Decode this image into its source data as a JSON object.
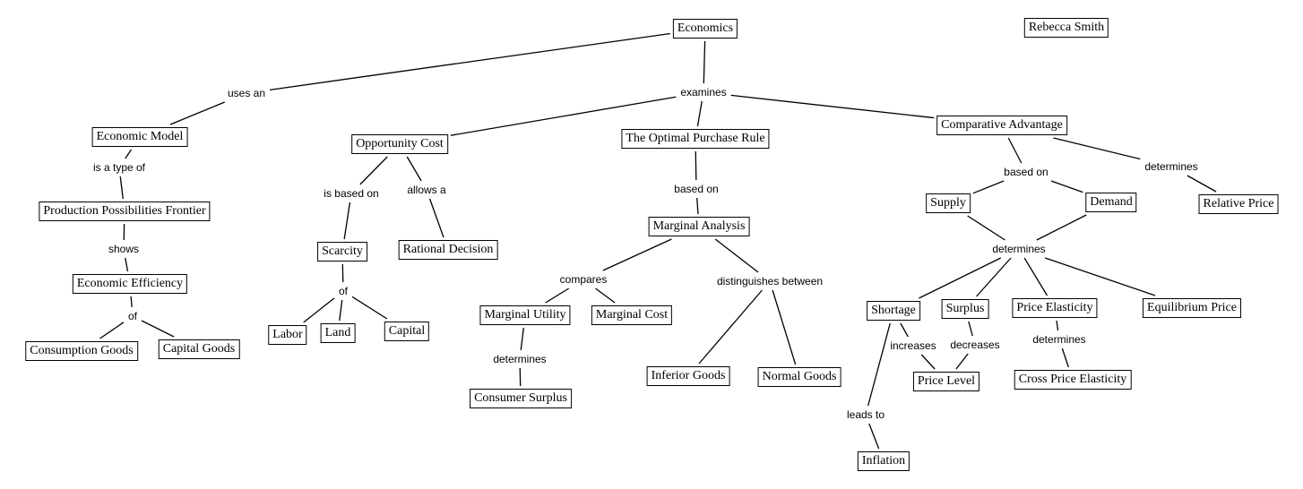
{
  "concepts": [
    {
      "id": "economics",
      "label": "Economics"
    },
    {
      "id": "rebecca",
      "label": "Rebecca Smith"
    },
    {
      "id": "economic_model",
      "label": "Economic Model"
    },
    {
      "id": "ppf",
      "label": "Production Possibilities Frontier"
    },
    {
      "id": "economic_efficiency",
      "label": "Economic Efficiency"
    },
    {
      "id": "consumption_goods",
      "label": "Consumption Goods"
    },
    {
      "id": "capital_goods",
      "label": "Capital Goods"
    },
    {
      "id": "opportunity_cost",
      "label": "Opportunity Cost"
    },
    {
      "id": "scarcity",
      "label": "Scarcity"
    },
    {
      "id": "rational_decision",
      "label": "Rational Decision"
    },
    {
      "id": "labor",
      "label": "Labor"
    },
    {
      "id": "land",
      "label": "Land"
    },
    {
      "id": "capital",
      "label": "Capital"
    },
    {
      "id": "optimal_purchase_rule",
      "label": "The Optimal Purchase Rule"
    },
    {
      "id": "marginal_analysis",
      "label": "Marginal Analysis"
    },
    {
      "id": "marginal_utility",
      "label": "Marginal Utility"
    },
    {
      "id": "marginal_cost",
      "label": "Marginal Cost"
    },
    {
      "id": "consumer_surplus",
      "label": "Consumer Surplus"
    },
    {
      "id": "inferior_goods",
      "label": "Inferior Goods"
    },
    {
      "id": "normal_goods",
      "label": "Normal Goods"
    },
    {
      "id": "comparative_advantage",
      "label": "Comparative Advantage"
    },
    {
      "id": "supply",
      "label": "Supply"
    },
    {
      "id": "demand",
      "label": "Demand"
    },
    {
      "id": "relative_price",
      "label": "Relative Price"
    },
    {
      "id": "shortage",
      "label": "Shortage"
    },
    {
      "id": "surplus",
      "label": "Surplus"
    },
    {
      "id": "price_elasticity",
      "label": "Price Elasticity"
    },
    {
      "id": "equilibrium_price",
      "label": "Equilibrium Price"
    },
    {
      "id": "price_level",
      "label": "Price Level"
    },
    {
      "id": "cross_price_elasticity",
      "label": "Cross Price Elasticity"
    },
    {
      "id": "inflation",
      "label": "Inflation"
    }
  ],
  "linking_phrases": [
    {
      "id": "uses_an",
      "label": "uses an"
    },
    {
      "id": "examines",
      "label": "examines"
    },
    {
      "id": "is_a_type_of",
      "label": "is a type of"
    },
    {
      "id": "shows",
      "label": "shows"
    },
    {
      "id": "of_ee",
      "label": "of"
    },
    {
      "id": "is_based_on",
      "label": "is based on"
    },
    {
      "id": "allows_a",
      "label": "allows a"
    },
    {
      "id": "of_scarcity",
      "label": "of"
    },
    {
      "id": "based_on_opr",
      "label": "based on"
    },
    {
      "id": "compares",
      "label": "compares"
    },
    {
      "id": "distinguishes_between",
      "label": "distinguishes between"
    },
    {
      "id": "determines_mu",
      "label": "determines"
    },
    {
      "id": "based_on_ca",
      "label": "based on"
    },
    {
      "id": "determines_ca",
      "label": "determines"
    },
    {
      "id": "determines_sd",
      "label": "determines"
    },
    {
      "id": "increases",
      "label": "increases"
    },
    {
      "id": "decreases",
      "label": "decreases"
    },
    {
      "id": "determines_pe",
      "label": "determines"
    },
    {
      "id": "leads_to",
      "label": "leads to"
    }
  ],
  "connections": [
    [
      "economics",
      "uses_an"
    ],
    [
      "uses_an",
      "economic_model"
    ],
    [
      "economics",
      "examines"
    ],
    [
      "examines",
      "opportunity_cost"
    ],
    [
      "examines",
      "optimal_purchase_rule"
    ],
    [
      "examines",
      "comparative_advantage"
    ],
    [
      "economic_model",
      "is_a_type_of"
    ],
    [
      "is_a_type_of",
      "ppf"
    ],
    [
      "ppf",
      "shows"
    ],
    [
      "shows",
      "economic_efficiency"
    ],
    [
      "economic_efficiency",
      "of_ee"
    ],
    [
      "of_ee",
      "consumption_goods"
    ],
    [
      "of_ee",
      "capital_goods"
    ],
    [
      "opportunity_cost",
      "is_based_on"
    ],
    [
      "is_based_on",
      "scarcity"
    ],
    [
      "opportunity_cost",
      "allows_a"
    ],
    [
      "allows_a",
      "rational_decision"
    ],
    [
      "scarcity",
      "of_scarcity"
    ],
    [
      "of_scarcity",
      "labor"
    ],
    [
      "of_scarcity",
      "land"
    ],
    [
      "of_scarcity",
      "capital"
    ],
    [
      "optimal_purchase_rule",
      "based_on_opr"
    ],
    [
      "based_on_opr",
      "marginal_analysis"
    ],
    [
      "marginal_analysis",
      "compares"
    ],
    [
      "compares",
      "marginal_utility"
    ],
    [
      "compares",
      "marginal_cost"
    ],
    [
      "marginal_analysis",
      "distinguishes_between"
    ],
    [
      "distinguishes_between",
      "inferior_goods"
    ],
    [
      "distinguishes_between",
      "normal_goods"
    ],
    [
      "marginal_utility",
      "determines_mu"
    ],
    [
      "determines_mu",
      "consumer_surplus"
    ],
    [
      "comparative_advantage",
      "based_on_ca"
    ],
    [
      "based_on_ca",
      "supply"
    ],
    [
      "based_on_ca",
      "demand"
    ],
    [
      "comparative_advantage",
      "determines_ca"
    ],
    [
      "determines_ca",
      "relative_price"
    ],
    [
      "supply",
      "determines_sd"
    ],
    [
      "demand",
      "determines_sd"
    ],
    [
      "determines_sd",
      "shortage"
    ],
    [
      "determines_sd",
      "surplus"
    ],
    [
      "determines_sd",
      "price_elasticity"
    ],
    [
      "determines_sd",
      "equilibrium_price"
    ],
    [
      "shortage",
      "increases"
    ],
    [
      "increases",
      "price_level"
    ],
    [
      "surplus",
      "decreases"
    ],
    [
      "decreases",
      "price_level"
    ],
    [
      "price_elasticity",
      "determines_pe"
    ],
    [
      "determines_pe",
      "cross_price_elasticity"
    ],
    [
      "shortage",
      "leads_to"
    ],
    [
      "leads_to",
      "inflation"
    ]
  ]
}
